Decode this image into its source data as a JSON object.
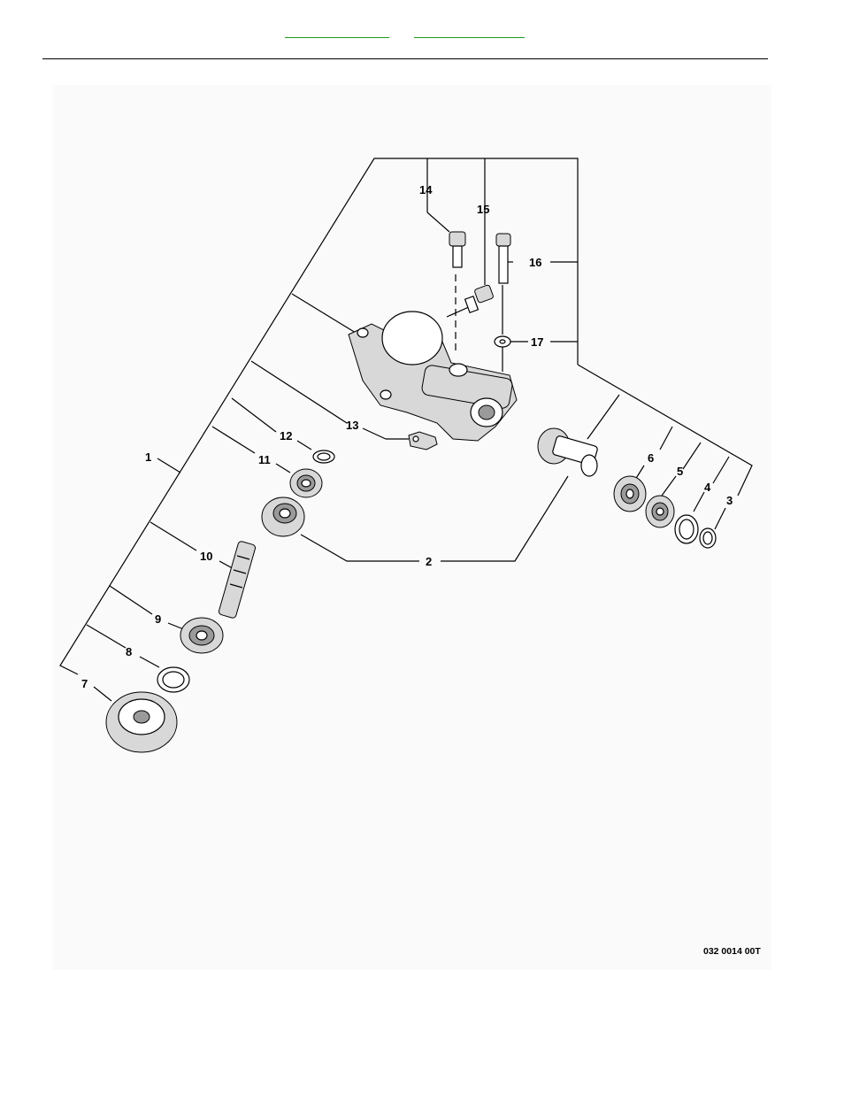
{
  "header": {
    "links": [
      "",
      ""
    ]
  },
  "diagram": {
    "part_labels": [
      "1",
      "2",
      "3",
      "4",
      "5",
      "6",
      "7",
      "8",
      "9",
      "10",
      "11",
      "12",
      "13",
      "14",
      "15",
      "16",
      "17"
    ],
    "drawing_code": "032 0014 00T"
  },
  "colors": {
    "link_underline": "#1f9a1f",
    "line": "#000000",
    "panel": "#fafafa"
  }
}
